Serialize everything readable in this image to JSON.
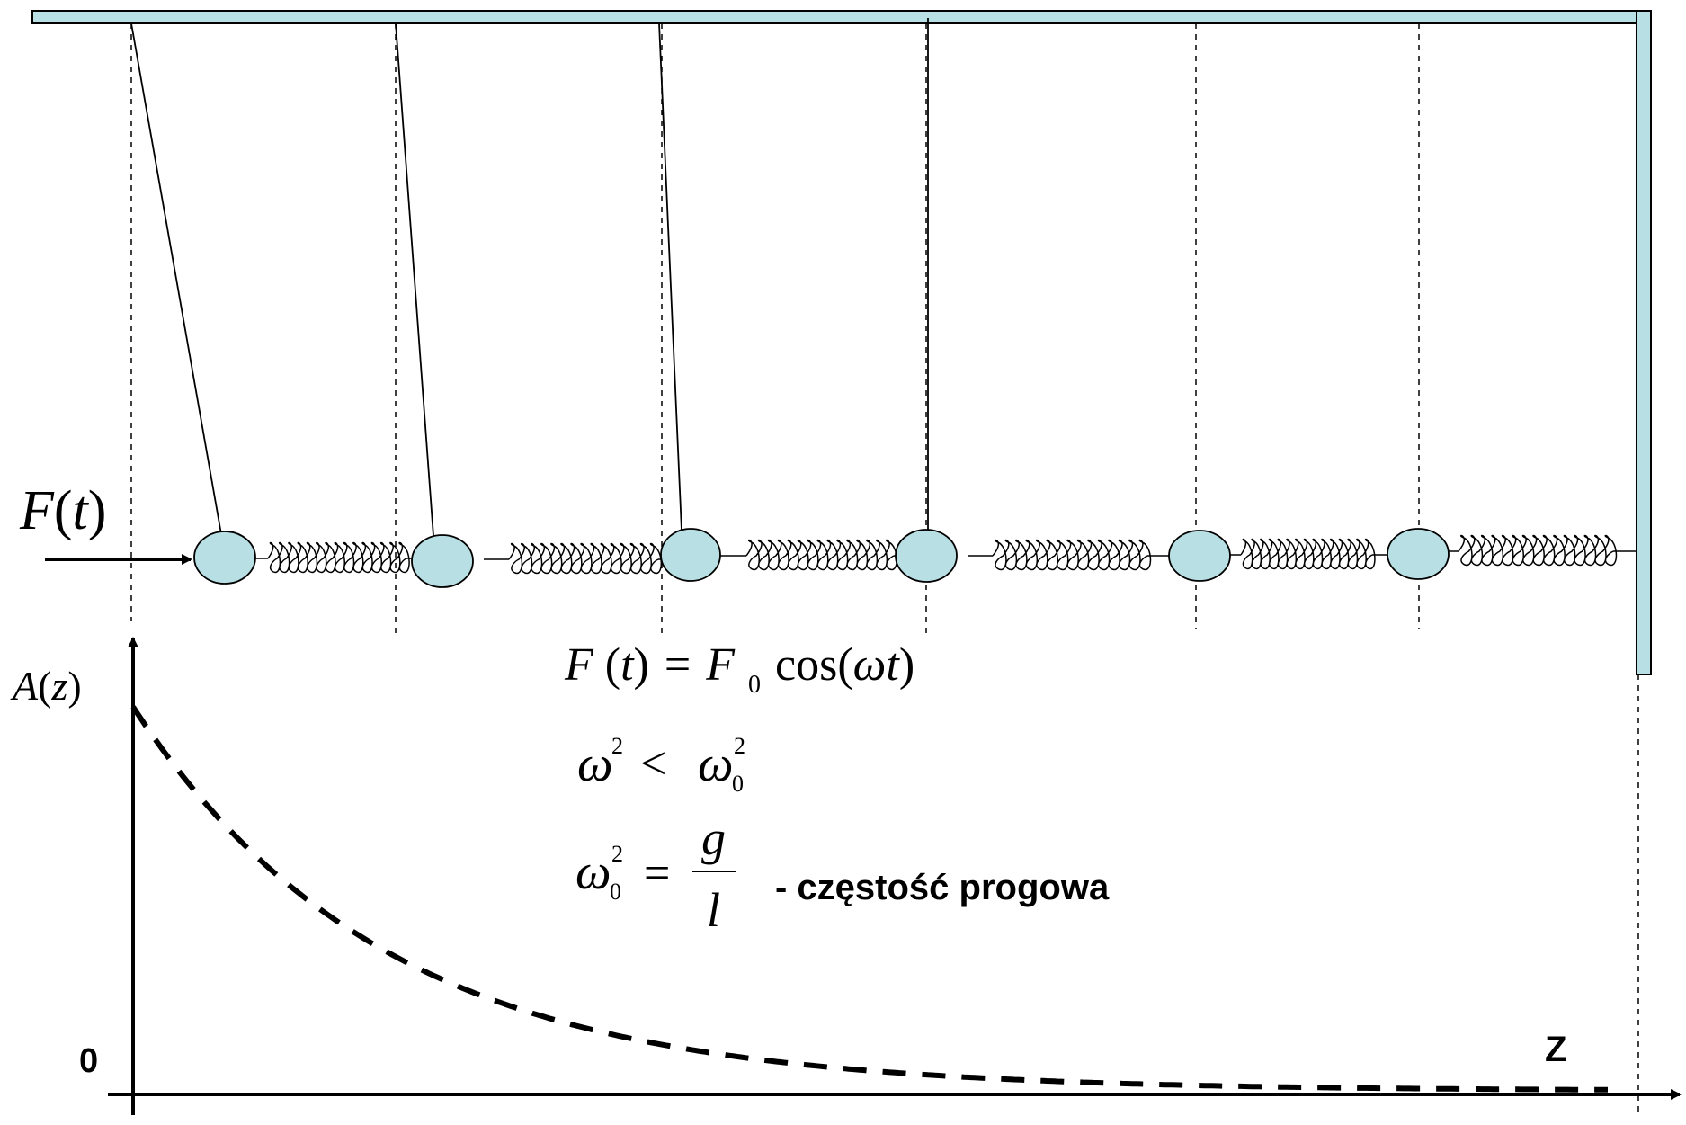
{
  "diagram": {
    "force_label": {
      "F": "F",
      "lp": "(",
      "t": "t",
      "rp": ")"
    },
    "amplitude_label": {
      "A": "A",
      "lp": "(",
      "z": "z",
      "rp": ")"
    },
    "equation_force": {
      "F": "F",
      "lp1": "(",
      "t1": "t",
      "rp1": ")",
      "eq": "=",
      "F0": "F",
      "sub0": "0",
      "cos": "cos(",
      "omega": "ω",
      "t2": "t",
      "rp2": ")"
    },
    "equation_inequality": {
      "omega": "ω",
      "sup2": "2",
      "lt": "<",
      "omega0": "ω",
      "sup2b": "2",
      "sub0": "0"
    },
    "equation_threshold": {
      "omega0": "ω",
      "sup2": "2",
      "sub0": "0",
      "eq": "=",
      "g": "g",
      "l": "l"
    },
    "threshold_caption": "- częstość progowa",
    "origin_label": "0",
    "axis_label_z": "Z"
  },
  "colors": {
    "mass_fill": "#b8dfe3",
    "frame_fill": "#b8dfe3",
    "stroke": "#000000"
  }
}
